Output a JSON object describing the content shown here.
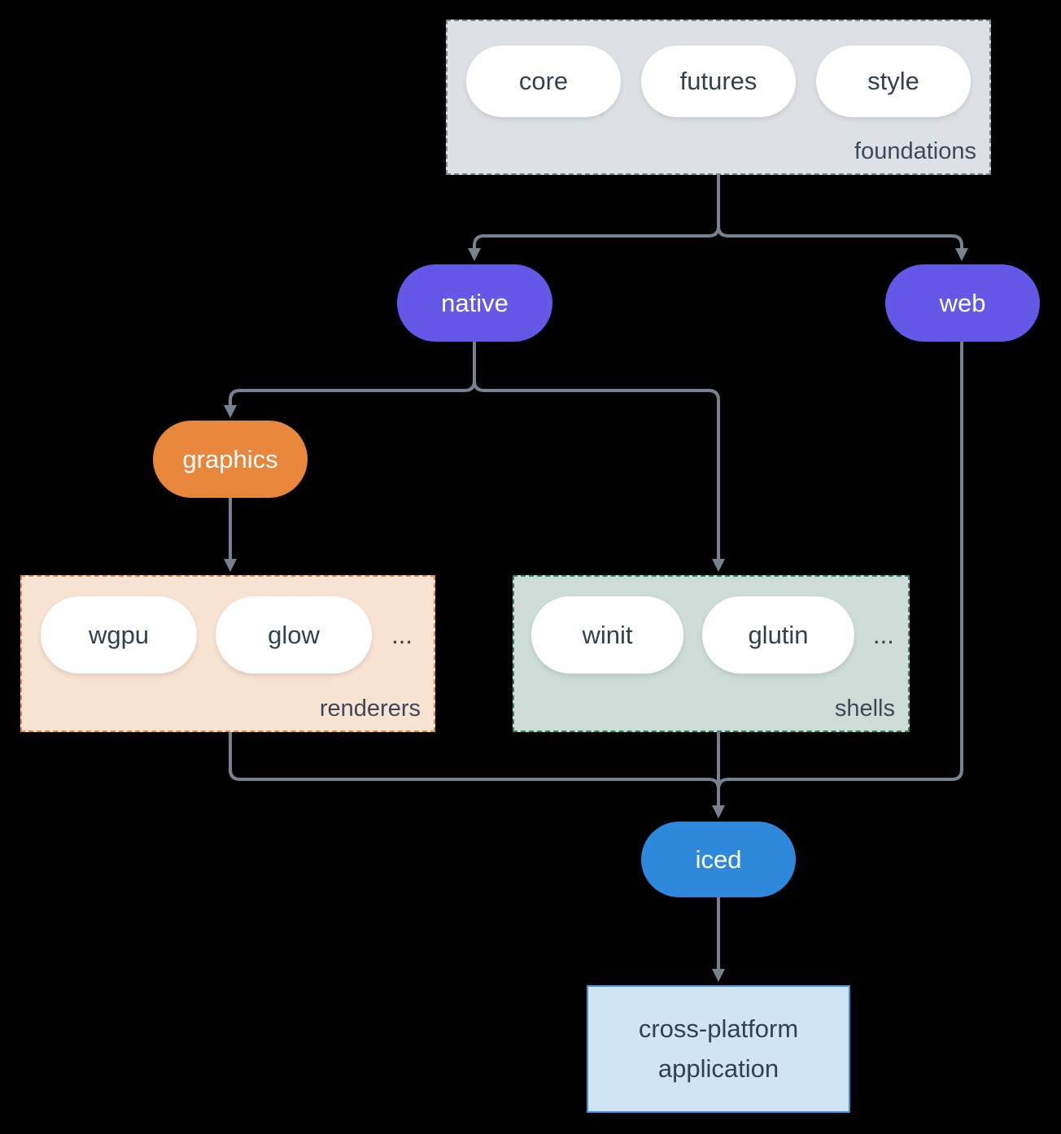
{
  "colors": {
    "bg": "#000000",
    "line": "#76828f",
    "purple": "#6458e8",
    "orange": "#e8873c",
    "blue": "#2e89dc",
    "pill-text-dark": "#33414f",
    "pill-text-light": "#ffffff",
    "group-label": "#3b4a59",
    "foundations-fill": "#dde1e6",
    "foundations-border": "#7b8794",
    "renderers-fill": "#f8e2d2",
    "renderers-border": "#e8873c",
    "shells-fill": "#cddcd6",
    "shells-border": "#2f8070",
    "app-fill": "#d0e4f7",
    "app-border": "#3d8fdd"
  },
  "groups": {
    "foundations": {
      "label": "foundations",
      "items": [
        "core",
        "futures",
        "style"
      ]
    },
    "renderers": {
      "label": "renderers",
      "items": [
        "wgpu",
        "glow"
      ],
      "ellipsis": "..."
    },
    "shells": {
      "label": "shells",
      "items": [
        "winit",
        "glutin"
      ],
      "ellipsis": "..."
    }
  },
  "nodes": {
    "native": "native",
    "web": "web",
    "graphics": "graphics",
    "iced": "iced",
    "app": {
      "line1": "cross-platform",
      "line2": "application"
    }
  }
}
